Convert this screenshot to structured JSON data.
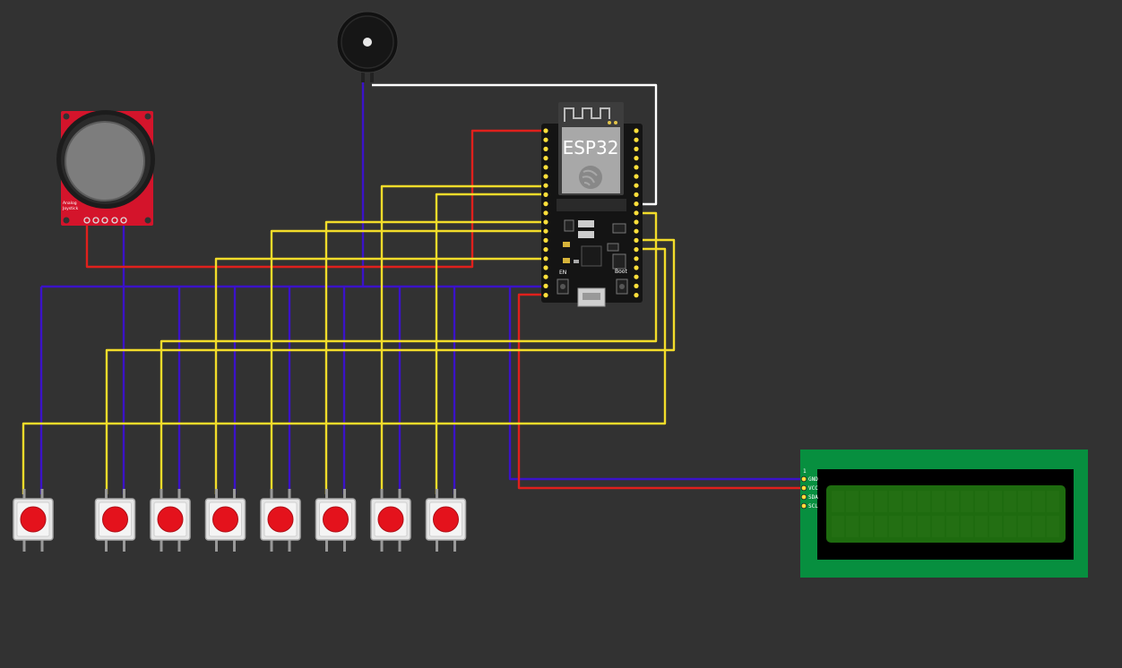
{
  "esp32": {
    "label": "ESP32",
    "en_label": "EN",
    "boot_label": "Boot"
  },
  "joystick": {
    "label_line1": "Analog",
    "label_line2": "Joystick"
  },
  "lcd": {
    "pin1_label": "1",
    "pins": [
      "GND",
      "VCC",
      "SDA",
      "SCL"
    ]
  },
  "buttons": {
    "count": 8
  },
  "colors": {
    "background": "#323232",
    "wire_ground": "#3b12c9",
    "wire_power": "#e0201c",
    "wire_signal": "#f2dc2a",
    "wire_buzzer": "#ffffff",
    "lcd_pcb": "#078f3f",
    "lcd_screen": "#1e6b0f",
    "joystick_pcb": "#d4142b",
    "button_cap": "#e4121c"
  },
  "icons": [
    "esp32-board",
    "analog-joystick",
    "buzzer",
    "pushbutton",
    "lcd-i2c-1602"
  ]
}
